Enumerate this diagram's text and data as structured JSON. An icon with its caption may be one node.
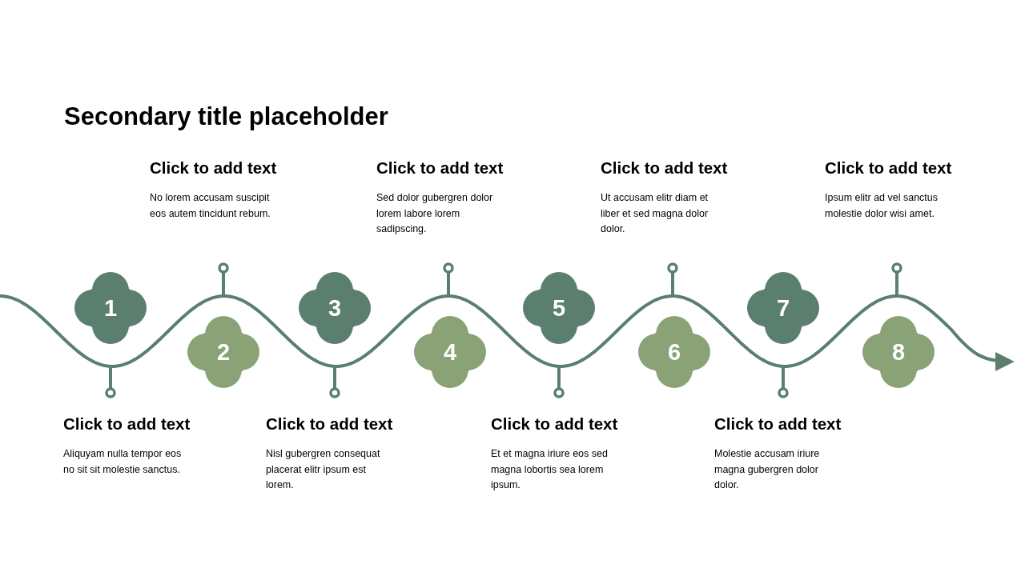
{
  "diagram": {
    "title": "Secondary title placeholder",
    "nodes": [
      {
        "text": [
          "1"
        ]
      },
      {
        "text": [
          "2"
        ]
      },
      {
        "text": [
          "3"
        ]
      },
      {
        "text": [
          "4"
        ]
      },
      {
        "text": [
          "5"
        ]
      },
      {
        "text": [
          "6"
        ]
      },
      {
        "text": [
          "7"
        ]
      },
      {
        "text": [
          "8"
        ]
      },
      {
        "text": [
          "Click to add text",
          "Aliquyam nulla tempor eos no sit sit molestie sanctus."
        ]
      },
      {
        "text": [
          "Click to add text",
          "No lorem accusam suscipit eos autem tincidunt rebum."
        ]
      },
      {
        "text": [
          "Click to add text",
          "Nisl gubergren consequat placerat elitr ipsum est lorem."
        ]
      },
      {
        "text": [
          "Click to add text",
          "Sed dolor gubergren dolor lorem labore lorem sadipscing."
        ]
      },
      {
        "text": [
          "Click to add text",
          "Et et magna iriure eos sed magna lobortis sea lorem ipsum."
        ]
      },
      {
        "text": [
          "Click to add text",
          "Ut accusam elitr diam et liber et sed magna dolor dolor."
        ]
      },
      {
        "text": [
          "Click to add text",
          "Molestie accusam iriure magna gubergren dolor dolor."
        ]
      },
      {
        "text": [
          "Click to add text",
          "Ipsum elitr ad vel sanctus molestie dolor wisi amet."
        ]
      }
    ]
  }
}
